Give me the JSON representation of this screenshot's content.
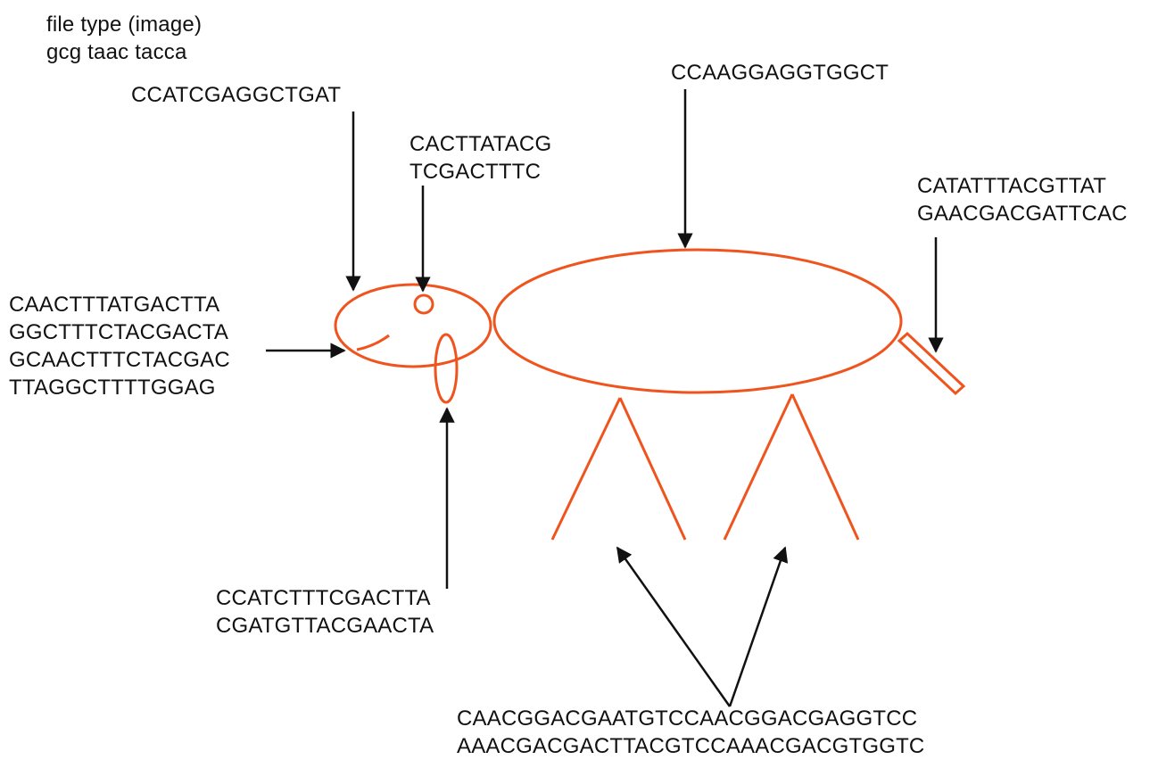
{
  "header": {
    "line1": "file type (image)",
    "line2": "gcg taac tacca"
  },
  "labels": {
    "head_top": "CCATCGAGGCTGAT",
    "eye": [
      "CACTTATACG",
      "TCGACTTTC"
    ],
    "body_top": "CCAAGGAGGTGGCT",
    "tail": [
      "CATATTTACGTTAT",
      "GAACGACGATTCAC"
    ],
    "mouth": [
      "CAACTTTATGACTTA",
      "GGCTTTCTACGACTA",
      "GCAACTTTCTACGAC",
      "TTAGGCTTTTGGAG"
    ],
    "ear": [
      "CCATCTTTCGACTTA",
      "CGATGTTACGAACTA"
    ],
    "legs": [
      "CAACGGACGAATGTCCAACGGACGAGGTCC",
      "AAACGACGACTTACGTCCAAACGACGTGGTC"
    ]
  },
  "colors": {
    "shape": "#f0541e",
    "arrow": "#111111"
  }
}
